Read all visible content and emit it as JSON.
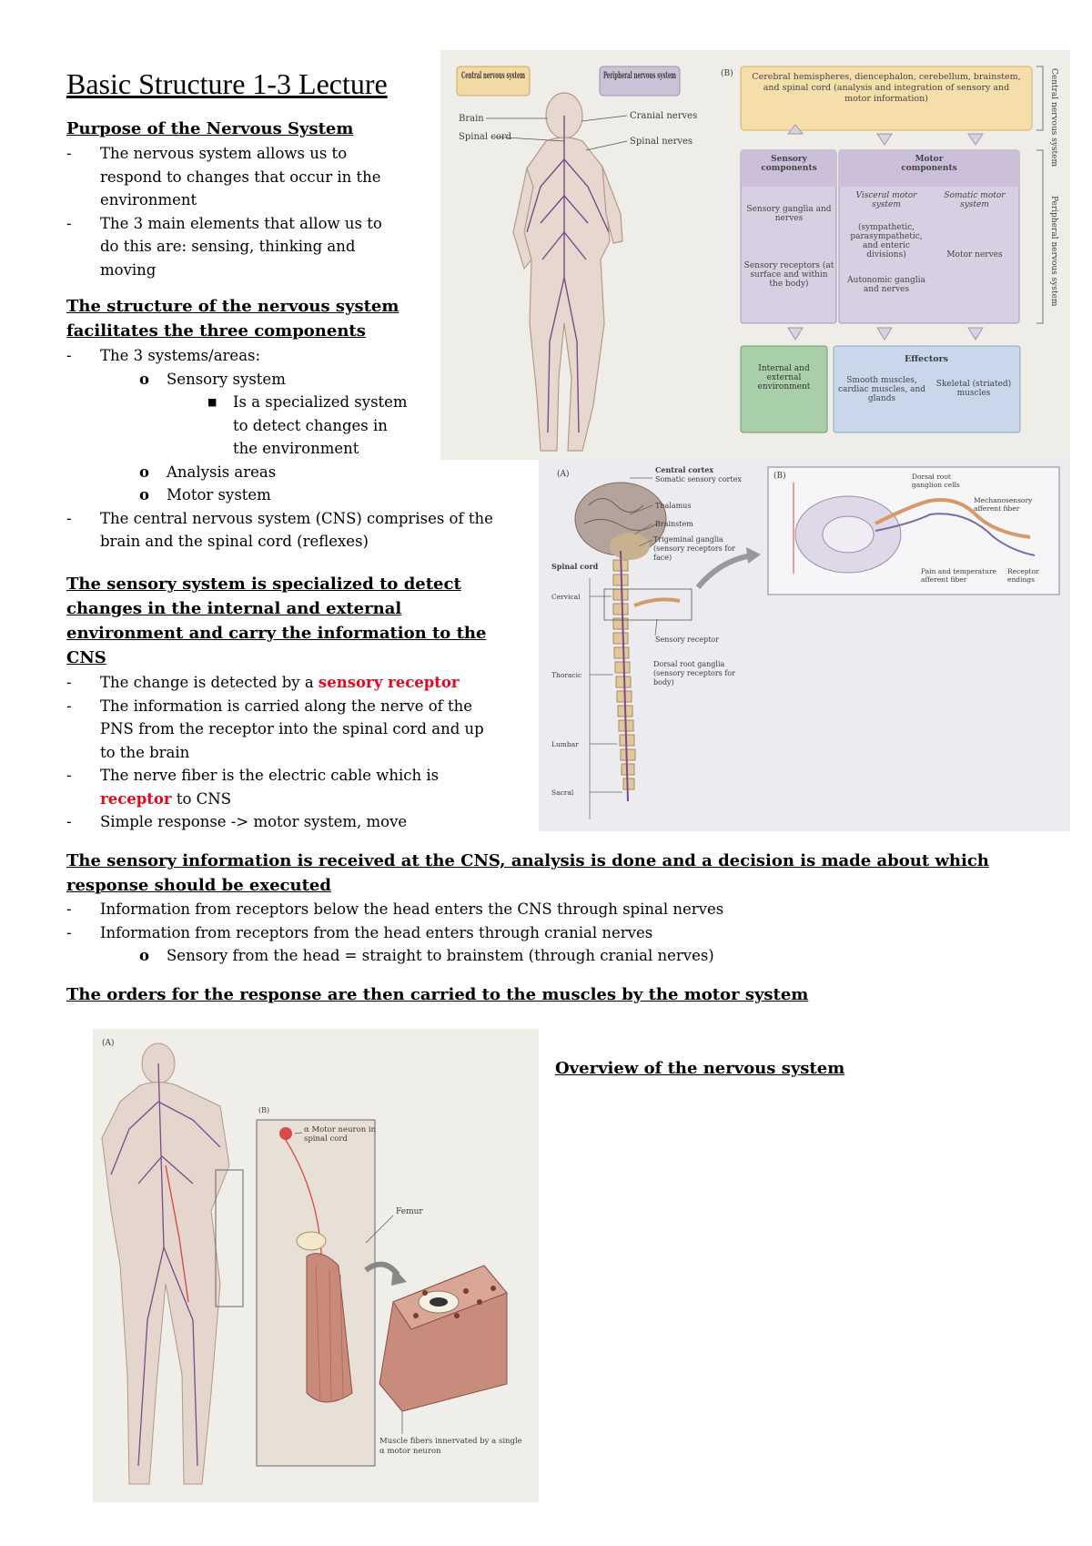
{
  "title": "Basic Structure 1-3 Lecture",
  "sections": {
    "purpose": {
      "heading": "Purpose of the Nervous System",
      "bullets": [
        "The nervous system allows us to respond to changes that occur in the environment",
        "The 3 main elements that allow us to do this are: sensing, thinking and moving"
      ]
    },
    "structure": {
      "heading_line1": "The structure of the nervous system",
      "heading_line2": "facilitates the three components",
      "bullet1": "The 3 systems/areas:",
      "sub1": "Sensory system",
      "sub1_detail": "Is a specialized system to detect changes in the environment",
      "sub2": "Analysis areas",
      "sub3": "Motor system",
      "bullet2": "The central nervous system (CNS) comprises of the brain and the spinal cord (reflexes)"
    },
    "sensory": {
      "heading": "The sensory system is specialized to detect changes in the internal and external environment and carry the information to the CNS",
      "b1_pre": "The change is detected by a ",
      "b1_red": "sensory receptor",
      "b2": "The information is carried along the nerve of the PNS from the receptor into the spinal cord and up to the brain",
      "b3_pre": "The nerve fiber is the electric cable which is ",
      "b3_red": "receptor",
      "b3_post": " to CNS",
      "b4": "Simple response -> motor system, move"
    },
    "cns": {
      "heading": "The sensory information is received at the CNS, analysis is done and a decision is made about which response should be executed",
      "b1": "Information from receptors below the head enters the CNS through spinal nerves",
      "b2": "Information from receptors from the head enters through cranial nerves",
      "sub": "Sensory from the head = straight to brainstem (through cranial nerves)"
    },
    "motor": {
      "heading": "The orders for the response are then carried to the muscles by the motor system"
    },
    "overview": {
      "heading": "Overview of the nervous system"
    }
  },
  "figure1": {
    "cns_label": "Central nervous system",
    "pns_label": "Peripheral nervous system",
    "brain": "Brain",
    "spinal_cord": "Spinal cord",
    "cranial_nerves": "Cranial nerves",
    "spinal_nerves": "Spinal nerves",
    "panel_b": "(B)",
    "central_box": "Cerebral hemispheres, diencephalon, cerebellum, brainstem, and spinal cord (analysis and integration of sensory and motor information)",
    "sensory_comp": "Sensory components",
    "motor_comp": "Motor components",
    "sensory_ganglia": "Sensory ganglia and nerves",
    "sensory_receptors": "Sensory receptors (at surface and within the body)",
    "visceral": "Visceral motor system",
    "visceral_detail": "(sympathetic, parasympathetic, and enteric divisions)",
    "autonomic": "Autonomic ganglia and nerves",
    "somatic": "Somatic motor system",
    "motor_nerves": "Motor nerves",
    "environment": "Internal and external environment",
    "effectors": "Effectors",
    "smooth": "Smooth muscles, cardiac muscles, and glands",
    "skeletal": "Skeletal (striated) muscles",
    "side_cns": "Central nervous system",
    "side_pns": "Peripheral nervous system"
  },
  "figure2": {
    "panel_a": "(A)",
    "panel_b": "(B)",
    "central_cortex": "Central cortex",
    "somatic_cortex": "Somatic sensory cortex",
    "thalamus": "Thalamus",
    "brainstem": "Brainstem",
    "trigeminal": "Trigeminal ganglia (sensory receptors for face)",
    "spinal_cord": "Spinal cord",
    "cervical": "Cervical",
    "thoracic": "Thoracic",
    "lumbar": "Lumbar",
    "sacral": "Sacral",
    "sensory_receptor": "Sensory receptor",
    "drg": "Dorsal root ganglia (sensory receptors for body)",
    "drg_cells": "Dorsal root ganglion cells",
    "mechano": "Mechanosensory afferent fiber",
    "pain": "Pain and temperature afferent fiber",
    "endings": "Receptor endings"
  },
  "figure3": {
    "panel_a": "(A)",
    "panel_b": "(B)",
    "motor_neuron": "α Motor neuron in spinal cord",
    "femur": "Femur",
    "muscle_fibers": "Muscle fibers innervated by a single α motor neuron"
  },
  "colors": {
    "red_emphasis": "#e3061c",
    "cns_box": "#f6deaa",
    "pns_box": "#cfc6dc",
    "env_box": "#a9cfa9",
    "effector_box": "#c9d7ea",
    "nerve": "#7a4a8a"
  }
}
